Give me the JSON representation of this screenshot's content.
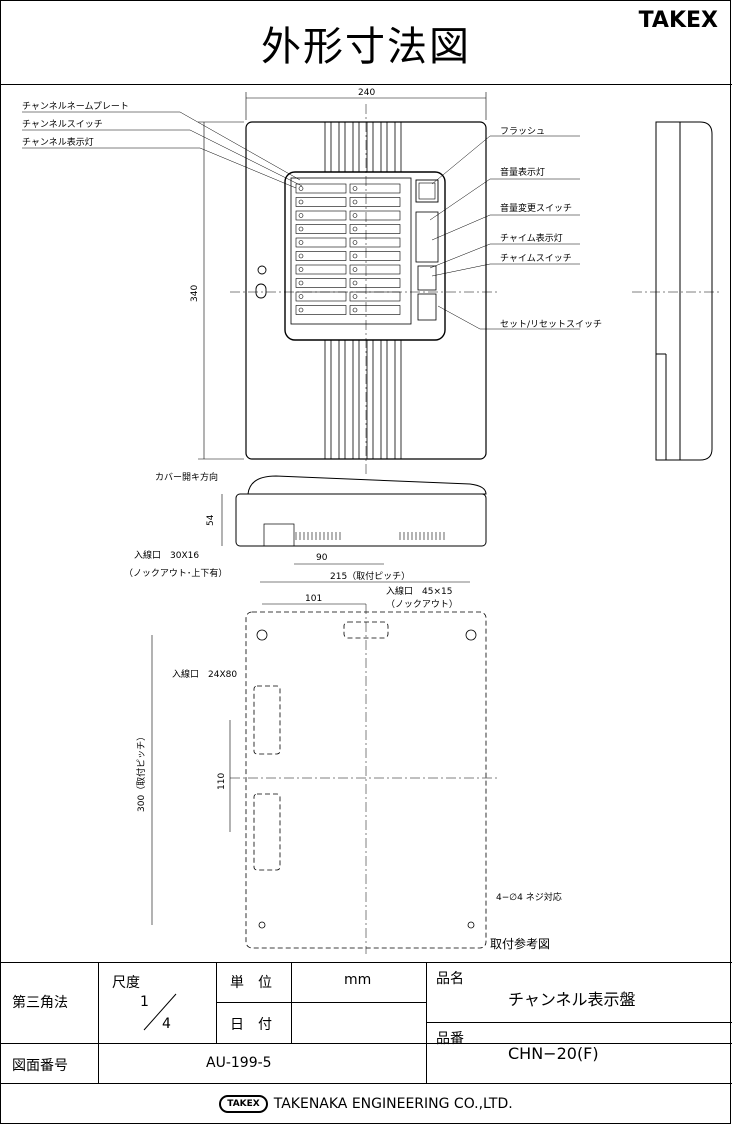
{
  "title": "外形寸法図",
  "brand": "TAKEX",
  "labels": {
    "channel_nameplate": "チャンネルネームプレート",
    "channel_switch": "チャンネルスイッチ",
    "channel_lamp": "チャンネル表示灯",
    "flush": "フラッシュ",
    "volume_lamp": "音量表示灯",
    "volume_switch": "音量変更スイッチ",
    "chime_lamp": "チャイム表示灯",
    "chime_switch": "チャイムスイッチ",
    "reset_switch": "セット/リセットスイッチ",
    "cover_dir": "カバー開キ方向",
    "inlet1": "入線口　30X16",
    "inlet1_sub": "（ノックアウト･上下有）",
    "inlet2": "入線口　45×15",
    "inlet2_sub": "（ノックアウト）",
    "inlet3": "入線口　24X80",
    "screw": "4−∅4 ネジ対応",
    "mount_ref": "取付参考図"
  },
  "dims": {
    "w240": "240",
    "h340": "340",
    "h54": "54",
    "w90": "90",
    "pitch215": "215（取付ピッチ）",
    "w101": "101",
    "h300": "300（取付ピッチ）",
    "h110": "110"
  },
  "table": {
    "projection": "第三角法",
    "scale_label": "尺度",
    "scale_num": "1",
    "scale_den": "4",
    "unit_label": "単　位",
    "unit_value": "mm",
    "date_label": "日　付",
    "product_name_label": "品名",
    "product_name": "チャンネル表示盤",
    "drawing_no_label": "図面番号",
    "drawing_no": "AU-199-5",
    "product_no_label": "品番",
    "product_no": "CHN−20(F)"
  },
  "footer": {
    "logo": "TAKEX",
    "company": "TAKENAKA ENGINEERING CO.,LTD."
  }
}
